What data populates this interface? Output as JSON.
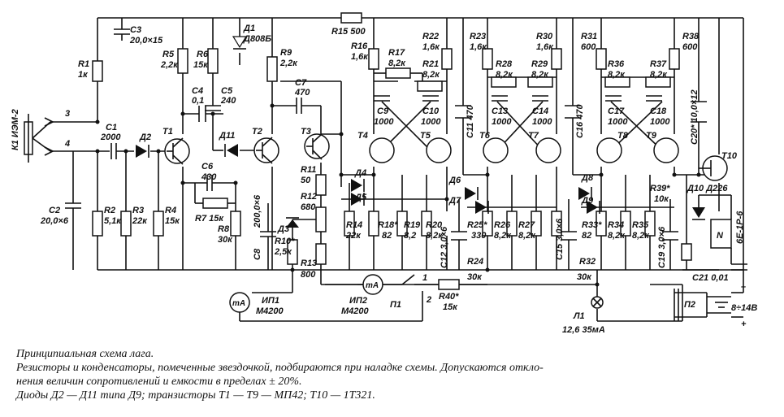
{
  "caption": {
    "title": "Принципиальная схема лага.",
    "note_line1": "Резисторы и конденсаторы, помеченные звездочкой, подбираются при наладке схемы. Допускаются откло-",
    "note_line2": "нения величин сопротивлений и емкости в пределах ± 20%.",
    "parts_line": "Диоды Д2 — Д11 типа Д9; транзисторы Т1 — Т9 — МП42; Т10 — 1Т321."
  },
  "labels": {
    "sensor": "К1 ИЭМ-2",
    "pin3": "3",
    "pin4": "4",
    "c1": "С1",
    "c1v": "2000",
    "c2": "С2",
    "c2v": "20,0×6",
    "c3": "С3",
    "c3v": "20,0×15",
    "r1": "R1",
    "r1v": "1к",
    "r2": "R2",
    "r2v": "5,1к",
    "r3": "R3",
    "r3v": "22к",
    "r4": "R4",
    "r4v": "15к",
    "r5": "R5",
    "r5v": "2,2к",
    "r6": "R6",
    "r6v": "15к",
    "c4": "С4",
    "c4v": "0,1",
    "c5": "С5",
    "c5v": "240",
    "d1": "Д1",
    "d1v": "Д808Б",
    "d2": "Д2",
    "d11": "Д11",
    "t1": "Т1",
    "t2": "Т2",
    "t3": "Т3",
    "c6": "С6",
    "c6v": "430",
    "r7": "R7 15к",
    "r8": "R8",
    "r8v": "30к",
    "c8": "С8",
    "c8v": "200,0×6",
    "r9": "R9",
    "r9v": "2,2к",
    "c7": "С7",
    "c7v": "470",
    "r11": "R11",
    "r11v": "50",
    "r12": "R12",
    "r12v": "680",
    "d3": "Д3",
    "r10": "R10*",
    "r10v": "2,5к",
    "r13": "R13",
    "r13v": "800",
    "r15": "R15 500",
    "r16": "R16",
    "r16v": "1,6к",
    "r17": "R17",
    "r17v": "8,2к",
    "r22": "R22",
    "r22v": "1,6к",
    "r21": "R21",
    "r21v": "8,2к",
    "c9": "С9",
    "c9v": "1000",
    "c10": "С10",
    "c10v": "1000",
    "t4": "Т4",
    "t5": "Т5",
    "d4": "Д4",
    "d5": "Д5",
    "r14": "R14",
    "r14v": "22к",
    "r18": "R18*",
    "r18v": "82",
    "r19": "R19",
    "r19v": "8,2",
    "r20": "R20",
    "r20v": "8,2к",
    "c11": "С11 470",
    "c12": "С12 3,0×6",
    "d6": "Д6",
    "d7": "Д7",
    "r23": "R23",
    "r23v": "1,6к",
    "r28": "R28",
    "r28v": "8,2к",
    "r30": "R30",
    "r30v": "1,6к",
    "r29": "R29",
    "r29v": "8,2к",
    "c13": "С13",
    "c13v": "1000",
    "c14": "С14",
    "c14v": "1000",
    "t6": "Т6",
    "t7": "Т7",
    "r25": "R25*",
    "r25v": "330",
    "r26": "R26",
    "r26v": "8,2к",
    "r27": "R27",
    "r27v": "8,2к",
    "r24": "R24",
    "r24v": "30к",
    "c15": "С15 3,0×6",
    "c16": "С16 470",
    "r31": "R31",
    "r31v": "600",
    "r36": "R36",
    "r36v": "8,2к",
    "r38": "R38",
    "r38v": "600",
    "r37": "R37",
    "r37v": "8,2к",
    "c17": "С17",
    "c17v": "1000",
    "c18": "С18",
    "c18v": "1000",
    "t8": "Т8",
    "t9": "Т9",
    "d8": "Д8",
    "d9": "Д9",
    "r33": "R33*",
    "r33v": "82",
    "r34": "R34",
    "r34v": "8,2к",
    "r35": "R35",
    "r35v": "8,2к",
    "r32": "R32",
    "r32v": "30к",
    "c19": "С19 3,0×6",
    "r39": "R39*",
    "r39v": "10к",
    "c20": "С20* 10,0×12",
    "t10": "Т10",
    "d10": "Д10 Д226",
    "relay": "N",
    "relay_name": "6Е-1Р-6",
    "c21": "С21 0,01",
    "ip1": "ИП1",
    "ip1v": "М4200",
    "ip2": "ИП2",
    "ip2v": "М4200",
    "ma": "mA",
    "p1": "П1",
    "p1a": "1",
    "p1b": "2",
    "r40": "R40*",
    "r40v": "15к",
    "l1": "Л1",
    "l1v": "12,6 35мА",
    "p2": "П2",
    "supply": "8÷14В",
    "minus": "–",
    "plus": "+"
  }
}
